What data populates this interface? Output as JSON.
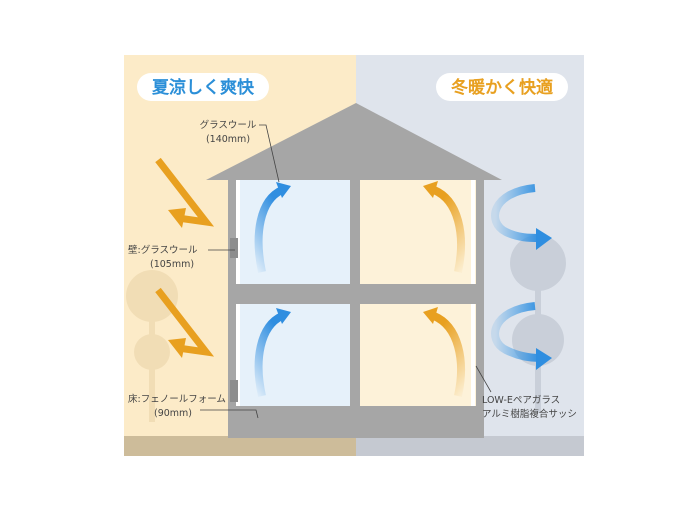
{
  "titles": {
    "summer": "夏涼しく爽快",
    "winter": "冬暖かく快適"
  },
  "labels": {
    "roof_insulation": "グラスウール",
    "roof_insulation_size": "(140mm)",
    "wall_insulation": "壁:グラスウール",
    "wall_insulation_size": "(105mm)",
    "floor_insulation": "床:フェノールフォーム",
    "floor_insulation_size": "(90mm)",
    "window": "LOW-Eペアガラス",
    "window_sub": "アルミ樹脂複合サッシ"
  },
  "colors": {
    "summer_bg": "#fcebc8",
    "winter_bg": "#dfe4ec",
    "orange_arrow": "#e8a020",
    "blue_arrow": "#2f8ee0",
    "summer_text": "#2b8fd8",
    "winter_text": "#e8a020"
  }
}
